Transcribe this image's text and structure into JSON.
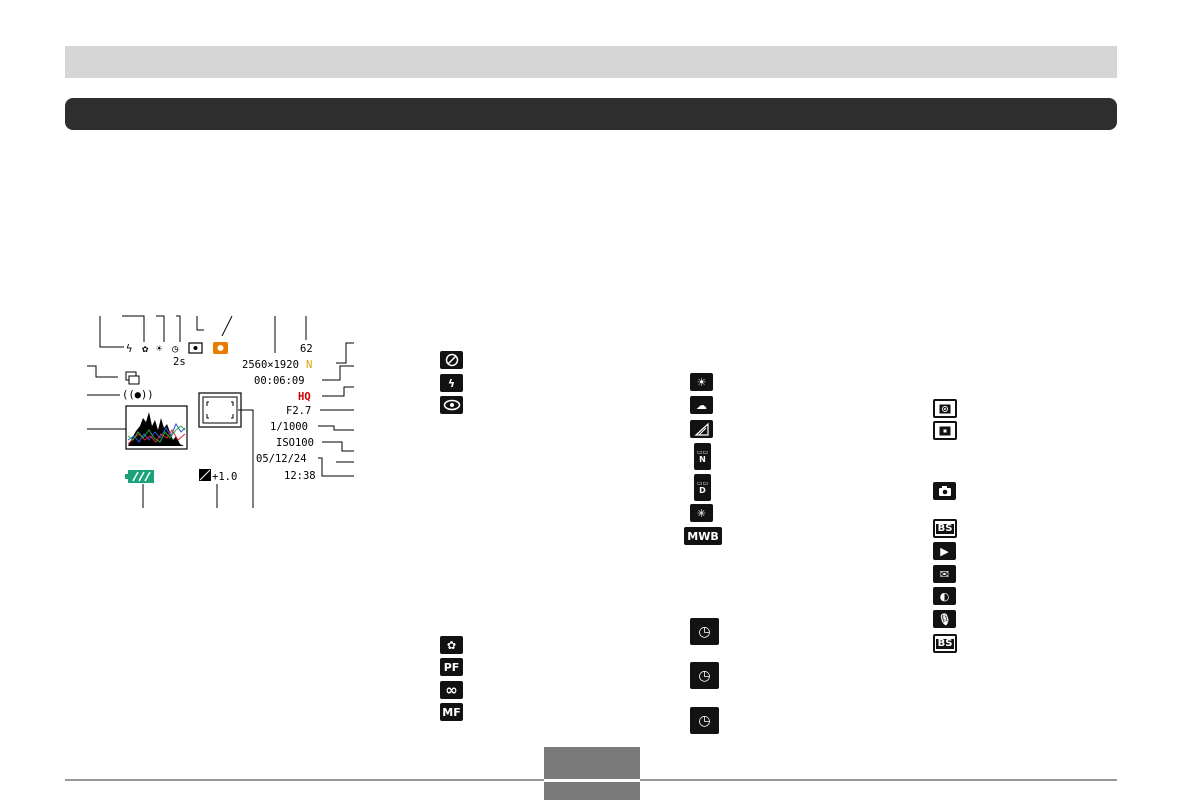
{
  "page": {
    "top_bar_text": "",
    "section_title": "",
    "page_number": ""
  },
  "lcd": {
    "resolution": "2560×1920",
    "quality": "N",
    "shots_remaining": "62",
    "recording_time": "00:06:09",
    "movie_quality": "HQ",
    "aperture": "F2.7",
    "shutter_speed": "1/1000",
    "iso": "ISO100",
    "date": "05/12/24",
    "time": "12:38",
    "ev_shift": "+1.0",
    "self_timer": "2s"
  },
  "icons": {
    "flash_column": [
      "flash-off-icon",
      "flash-on-icon",
      "red-eye-icon"
    ],
    "focus_column": [
      "macro-icon",
      "pan-focus-icon",
      "infinity-icon",
      "manual-focus-icon"
    ],
    "focus_labels": [
      "PF",
      "∞",
      "MF"
    ],
    "wb_column": [
      "daylight-icon",
      "shade-icon",
      "tungsten-icon",
      "fluorescent-n-icon",
      "fluorescent-d-icon",
      "manual-wb-icon",
      "mwb-icon"
    ],
    "wb_mwb_label": "MWB",
    "timer_column": [
      "self-timer-icon",
      "self-timer-icon",
      "self-timer-icon"
    ],
    "metering_column": [
      "multi-metering-icon",
      "spot-metering-icon",
      "snapshot-icon",
      "best-shot-icon",
      "movie-icon",
      "short-movie-icon",
      "past-movie-icon",
      "voice-icon",
      "best-shot-icon"
    ],
    "bs_label": "BS"
  },
  "colors": {
    "lcd_quality": "#d9a400",
    "lcd_hq": "#d00000",
    "battery": "#1aa27a",
    "snapshot_orange": "#e87b00"
  }
}
